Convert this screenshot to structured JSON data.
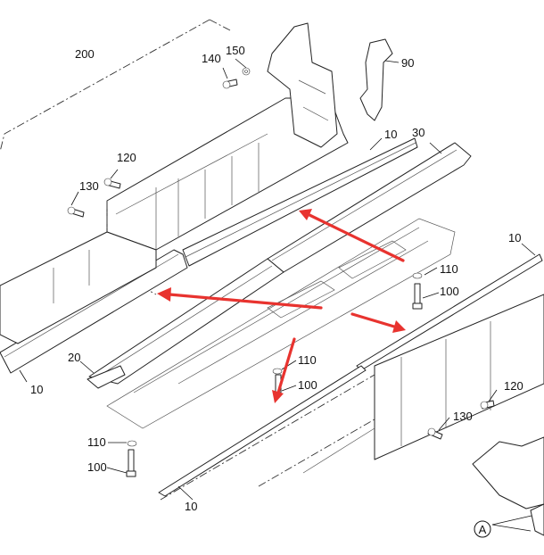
{
  "labels": {
    "l200": "200",
    "l140": "140",
    "l150": "150",
    "l90": "90",
    "l10_top": "10",
    "l30": "30",
    "l120_left": "120",
    "l130_left": "130",
    "l10_right": "10",
    "l110_right": "110",
    "l100_right": "100",
    "l20": "20",
    "l10_left": "10",
    "l110_center": "110",
    "l100_center": "100",
    "l120_right": "120",
    "l130_right": "130",
    "l110_bottom": "110",
    "l100_bottom": "100",
    "l10_bottom": "10",
    "detail": "A"
  },
  "colors": {
    "arrow": "#e8332f",
    "line": "#222222"
  }
}
